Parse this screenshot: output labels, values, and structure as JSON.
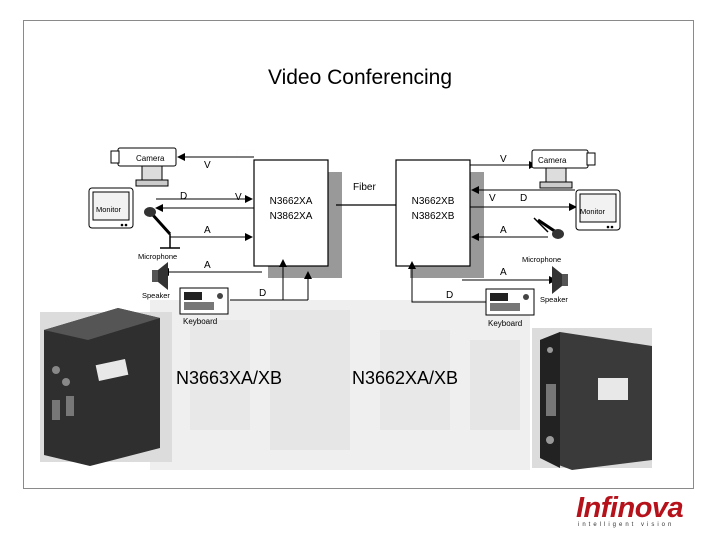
{
  "title": "Video Conferencing",
  "left_node": {
    "line1": "N3662XA",
    "line2": "N3862XA"
  },
  "right_node": {
    "line1": "N3662XB",
    "line2": "N3862XB"
  },
  "fiber_label": "Fiber",
  "devices": {
    "camera": "Camera",
    "monitor": "Monitor",
    "microphone": "Microphone",
    "speaker": "Speaker",
    "keyboard": "Keyboard"
  },
  "signals": {
    "video": "V",
    "data": "D",
    "audio": "A"
  },
  "models": {
    "left": "N3663XA/XB",
    "right": "N3662XA/XB"
  },
  "brand": {
    "name": "Infinova",
    "tagline": "intelligent vision"
  },
  "colors": {
    "brand_red": "#b5121b",
    "frame": "#8a8a8a",
    "device_photo": "#3a3a3a"
  }
}
